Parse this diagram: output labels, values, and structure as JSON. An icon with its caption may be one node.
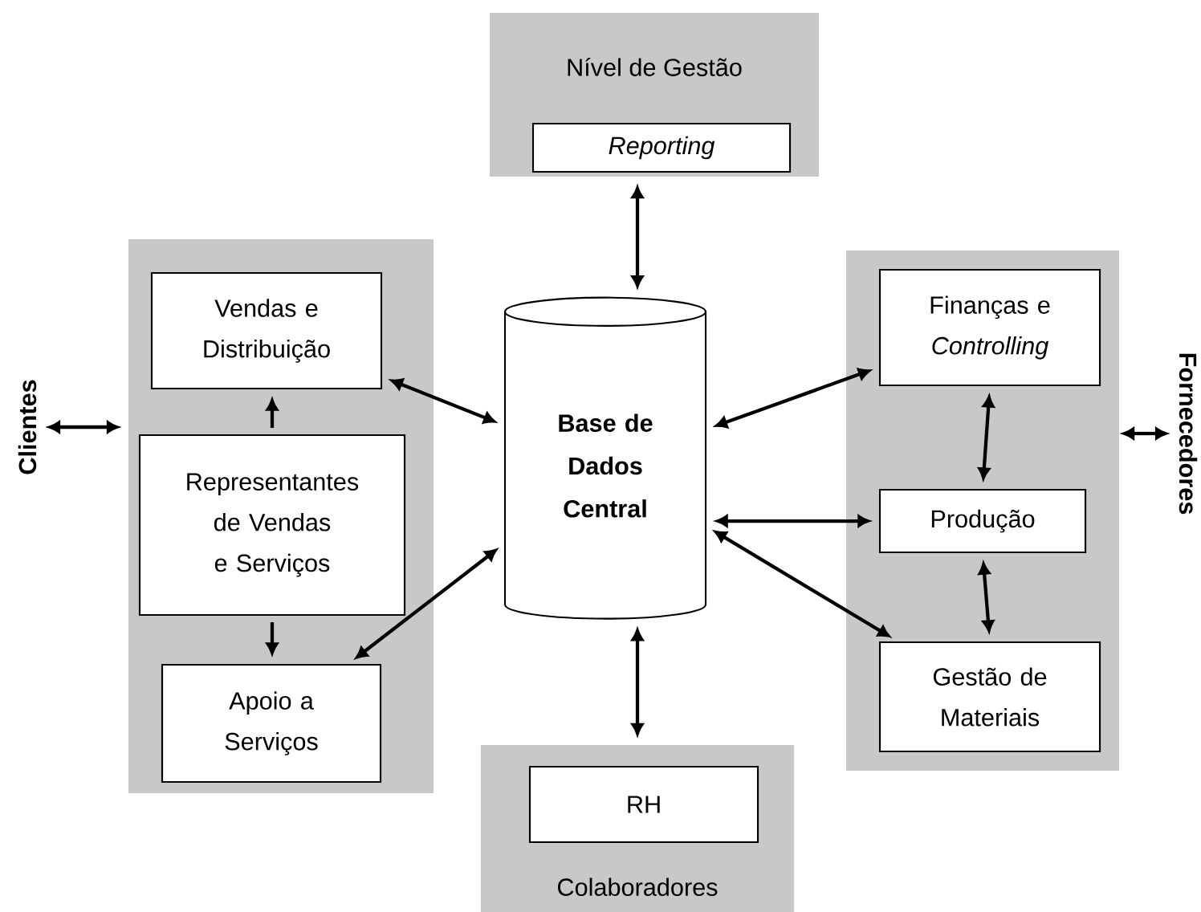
{
  "diagram": {
    "nodes": [
      {
        "text": [
          "Nível de Gestão"
        ]
      },
      {
        "text": [
          "Reporting"
        ],
        "in": 0
      },
      {
        "text": [],
        "shape": "box"
      },
      {
        "text": [
          "Vendas e Distribuição"
        ],
        "in": 2
      },
      {
        "text": [
          "Representantes de Vendas e Serviços"
        ],
        "in": 2
      },
      {
        "text": [
          "Apoio a Serviços"
        ],
        "in": 2
      },
      {
        "text": [
          "Base de Dados Central"
        ]
      },
      {
        "text": [],
        "shape": "box"
      },
      {
        "text": [
          "Finanças e *Controlling*"
        ],
        "in": 7
      },
      {
        "text": [
          "Produção"
        ],
        "in": 7
      },
      {
        "text": [
          "Gestão de Materiais"
        ],
        "in": 7
      },
      {
        "text": [
          "Colaboradores"
        ]
      },
      {
        "text": [
          "RH"
        ],
        "in": 11
      },
      {
        "text": [
          "Clientes"
        ]
      },
      {
        "text": [
          "Fornecedores"
        ]
      }
    ],
    "edges": [
      {
        "from": 0,
        "to": 6,
        "arrow": "both"
      },
      {
        "from": 3,
        "to": 6,
        "arrow": "both"
      },
      {
        "from": 4,
        "to": 3,
        "arrow": "to"
      },
      {
        "from": 4,
        "to": 5,
        "arrow": "to"
      },
      {
        "from": 5,
        "to": 6,
        "arrow": "both"
      },
      {
        "from": 6,
        "to": 8,
        "arrow": "both"
      },
      {
        "from": 6,
        "to": 9,
        "arrow": "both"
      },
      {
        "from": 6,
        "to": 10,
        "arrow": "both"
      },
      {
        "from": 8,
        "to": 9,
        "arrow": "both"
      },
      {
        "from": 9,
        "to": 10,
        "arrow": "both"
      },
      {
        "from": 6,
        "to": 11,
        "arrow": "both"
      },
      {
        "from": 13,
        "to": 2,
        "arrow": "both"
      },
      {
        "from": 7,
        "to": 14,
        "arrow": "both"
      }
    ]
  }
}
